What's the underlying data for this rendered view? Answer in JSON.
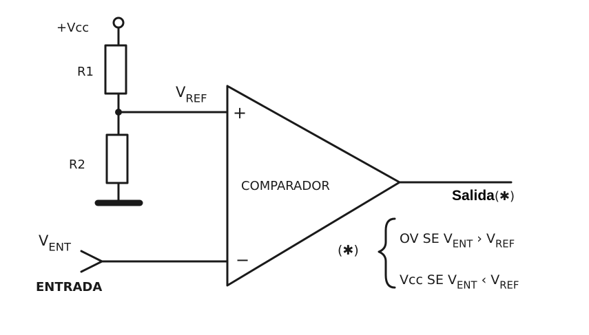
{
  "diagram": {
    "supply_label": "+Vcc",
    "r1_label": "R1",
    "r2_label": "R2",
    "vref_main": "V",
    "vref_sub": "REF",
    "plus_sign": "+",
    "minus_sign": "−",
    "block_label": "COMPARADOR",
    "output_label": "Salida",
    "output_marker": "(✱)",
    "input_main": "V",
    "input_sub": "ENT",
    "input_caption": "ENTRADA",
    "note": {
      "marker": "(✱)",
      "line1": {
        "pre": "OV  SE  V",
        "sub1": "ENT",
        "op": " › V",
        "sub2": "REF"
      },
      "line2": {
        "pre": "Vcc  SE  V",
        "sub1": "ENT",
        "op": " ‹ V",
        "sub2": "REF"
      }
    }
  }
}
